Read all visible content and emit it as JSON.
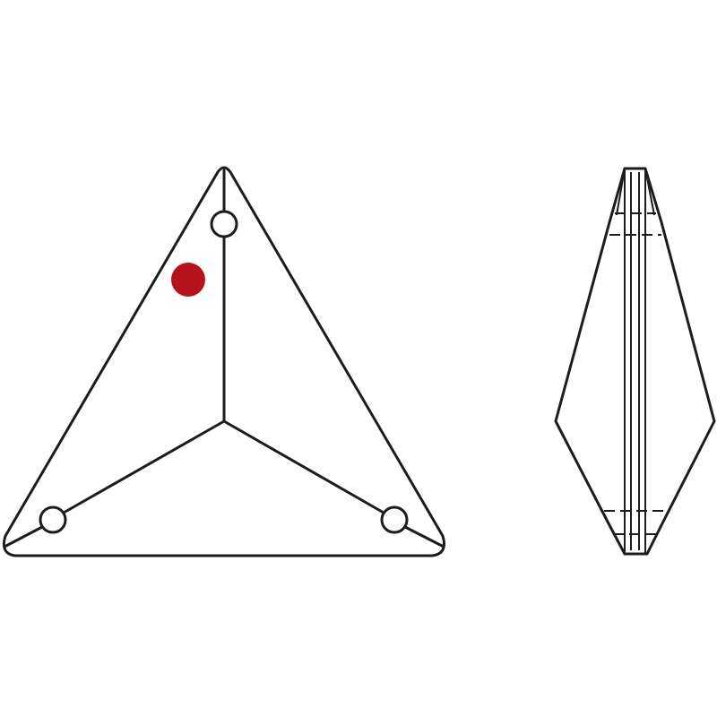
{
  "colors": {
    "line": "#1c1c1c",
    "background": "#ffffff",
    "marker": "#b5121b"
  },
  "views": [
    {
      "id": "front-view",
      "shape": "triangle",
      "holes": 3,
      "marker": "red-dot"
    },
    {
      "id": "side-view",
      "shape": "elongated-profile"
    }
  ]
}
